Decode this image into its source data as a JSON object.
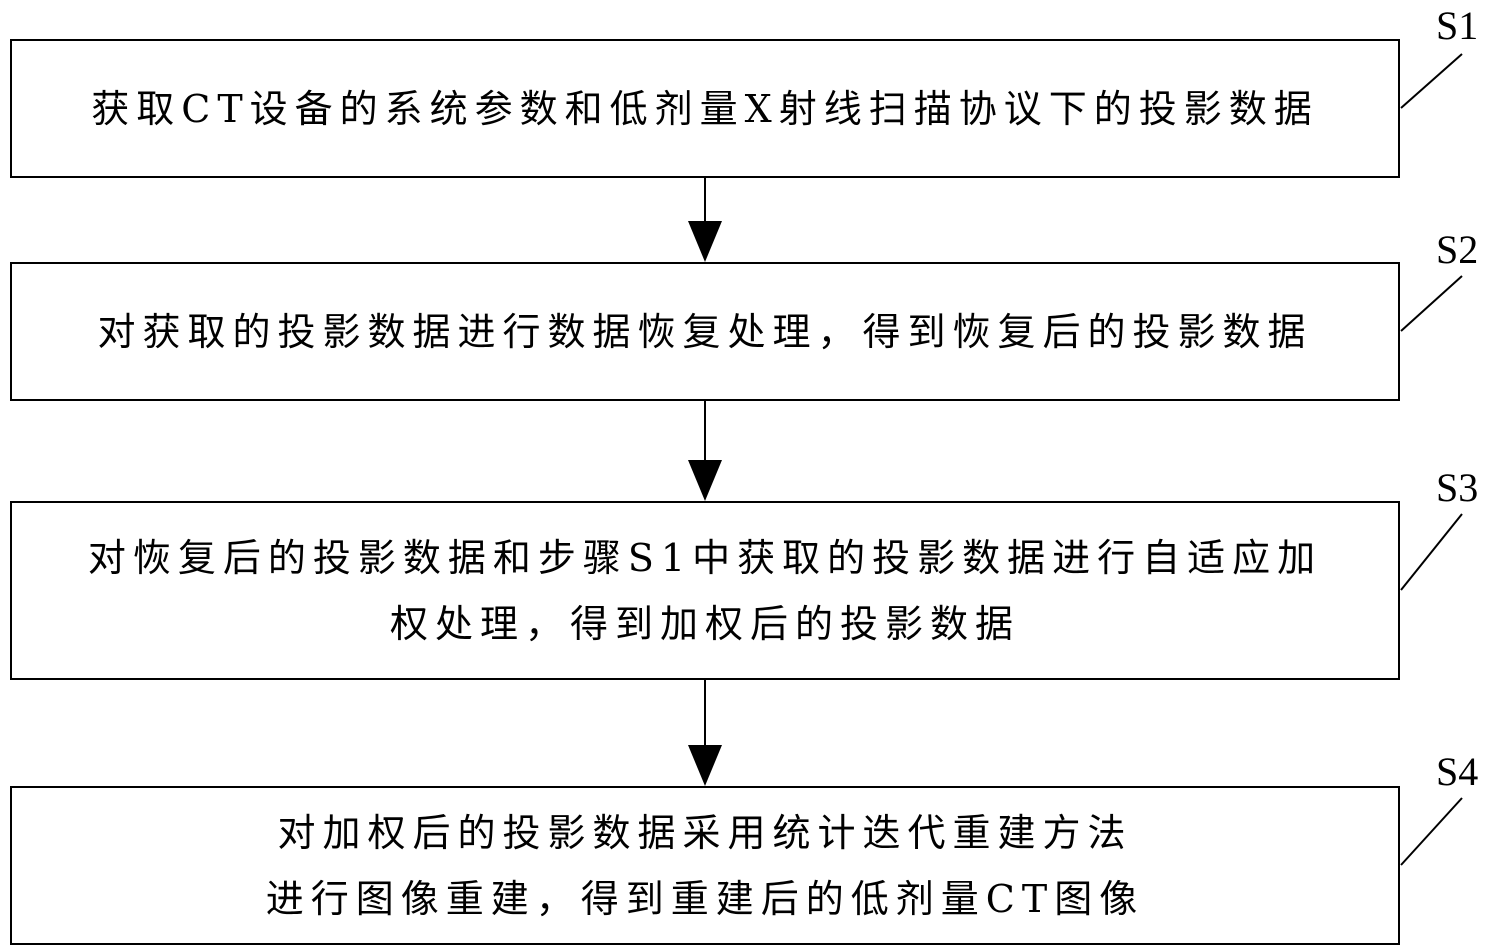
{
  "steps": [
    {
      "id": "S1",
      "lines": [
        "获取CT设备的系统参数和低剂量X射线扫描协议下的投影数据"
      ]
    },
    {
      "id": "S2",
      "lines": [
        "对获取的投影数据进行数据恢复处理，得到恢复后的投影数据"
      ]
    },
    {
      "id": "S3",
      "lines": [
        "对恢复后的投影数据和步骤S1中获取的投影数据进行自适应加",
        "权处理，得到加权后的投影数据"
      ]
    },
    {
      "id": "S4",
      "lines": [
        "对加权后的投影数据采用统计迭代重建方法",
        "进行图像重建，得到重建后的低剂量CT图像"
      ]
    }
  ]
}
